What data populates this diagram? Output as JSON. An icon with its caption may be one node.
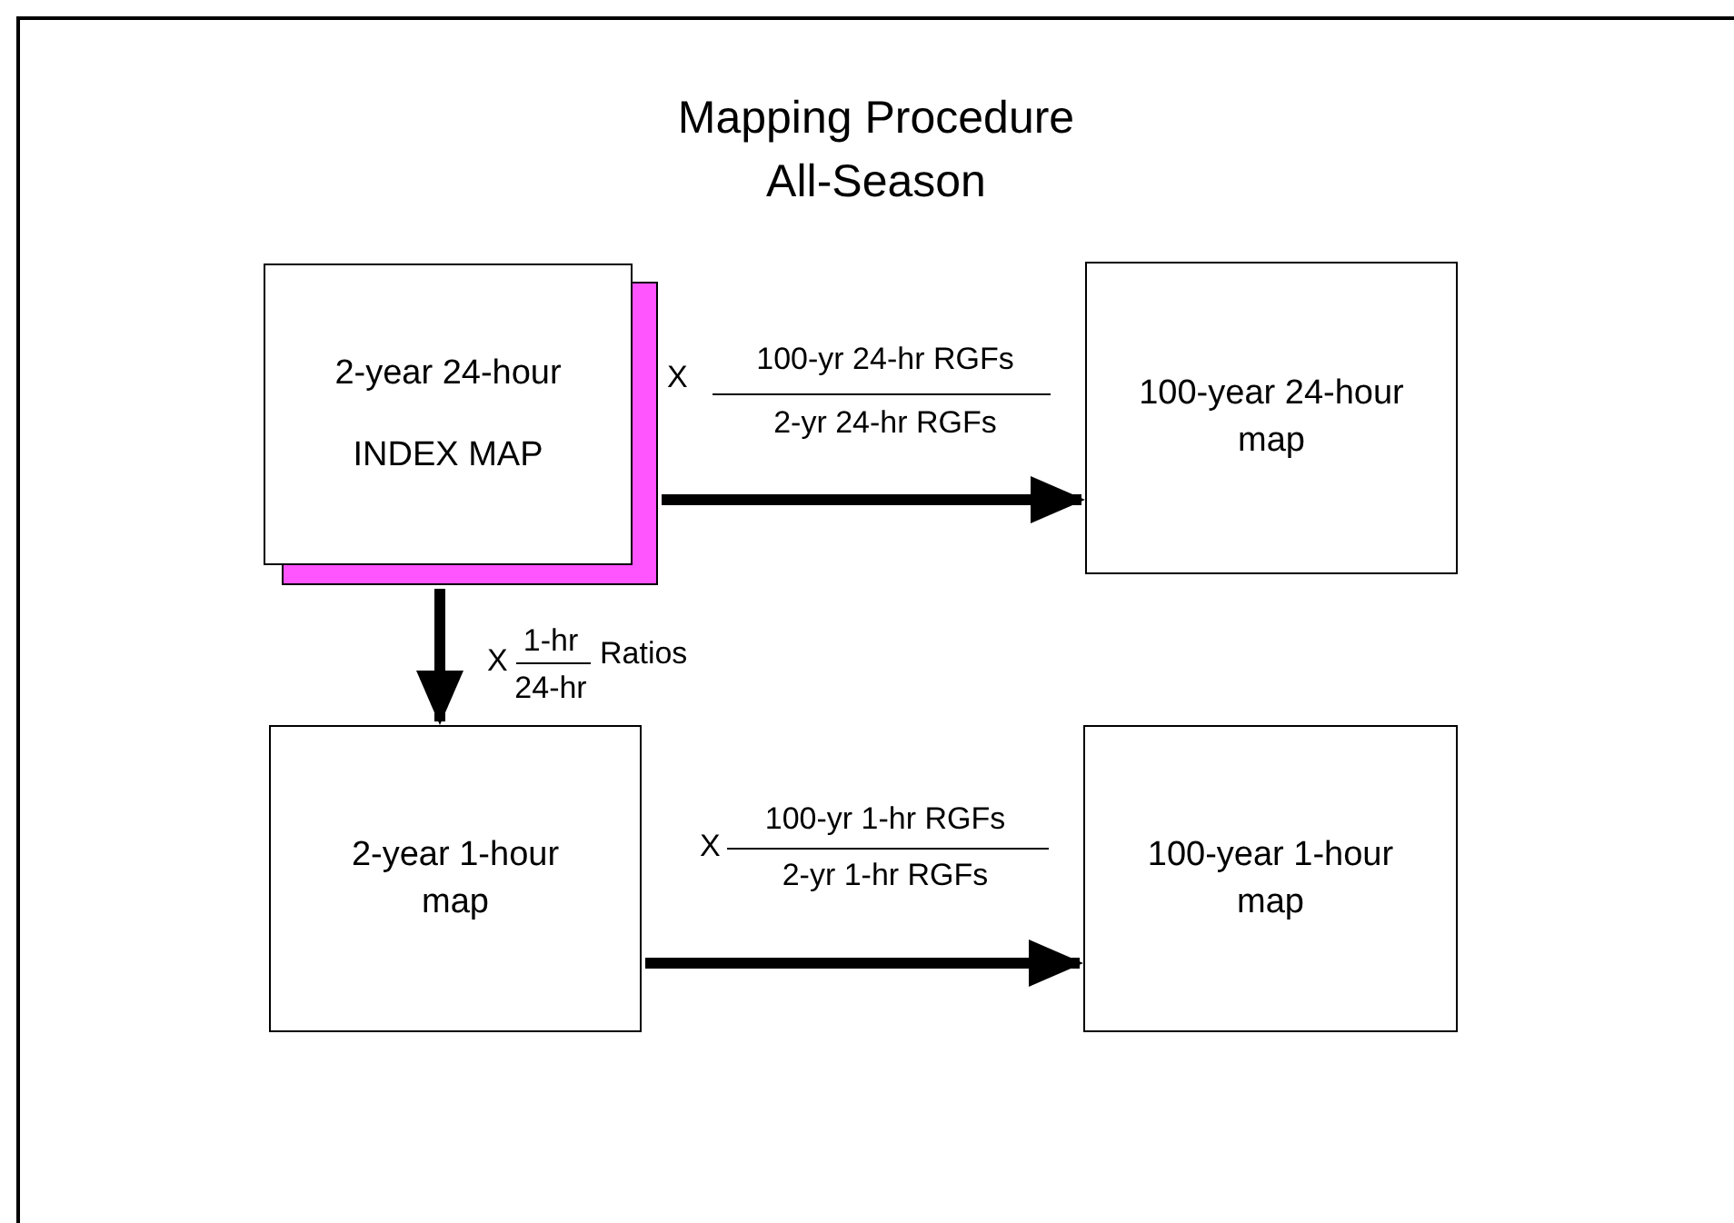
{
  "diagram": {
    "title": "Mapping Procedure All-Season",
    "nodes": [
      {
        "text": [
          "2-year 24-hour",
          "INDEX MAP"
        ]
      },
      {
        "text": [
          "100-year 24-hour map"
        ]
      },
      {
        "text": [
          "2-year 1-hour map"
        ]
      },
      {
        "text": [
          "100-year 1-hour map"
        ]
      }
    ],
    "edges": [
      {
        "from": 0,
        "to": 1,
        "arrow": "to"
      },
      {
        "from": 0,
        "to": 2,
        "arrow": "to"
      },
      {
        "from": 2,
        "to": 3,
        "arrow": "to"
      }
    ],
    "labels": [
      "X",
      "100-yr 24-hr RGFs",
      "2-yr 24-hr RGFs",
      "X",
      "1-hr",
      "24-hr",
      "Ratios",
      "X",
      "100-yr 1-hr RGFs",
      "2-yr 1-hr RGFs"
    ]
  }
}
